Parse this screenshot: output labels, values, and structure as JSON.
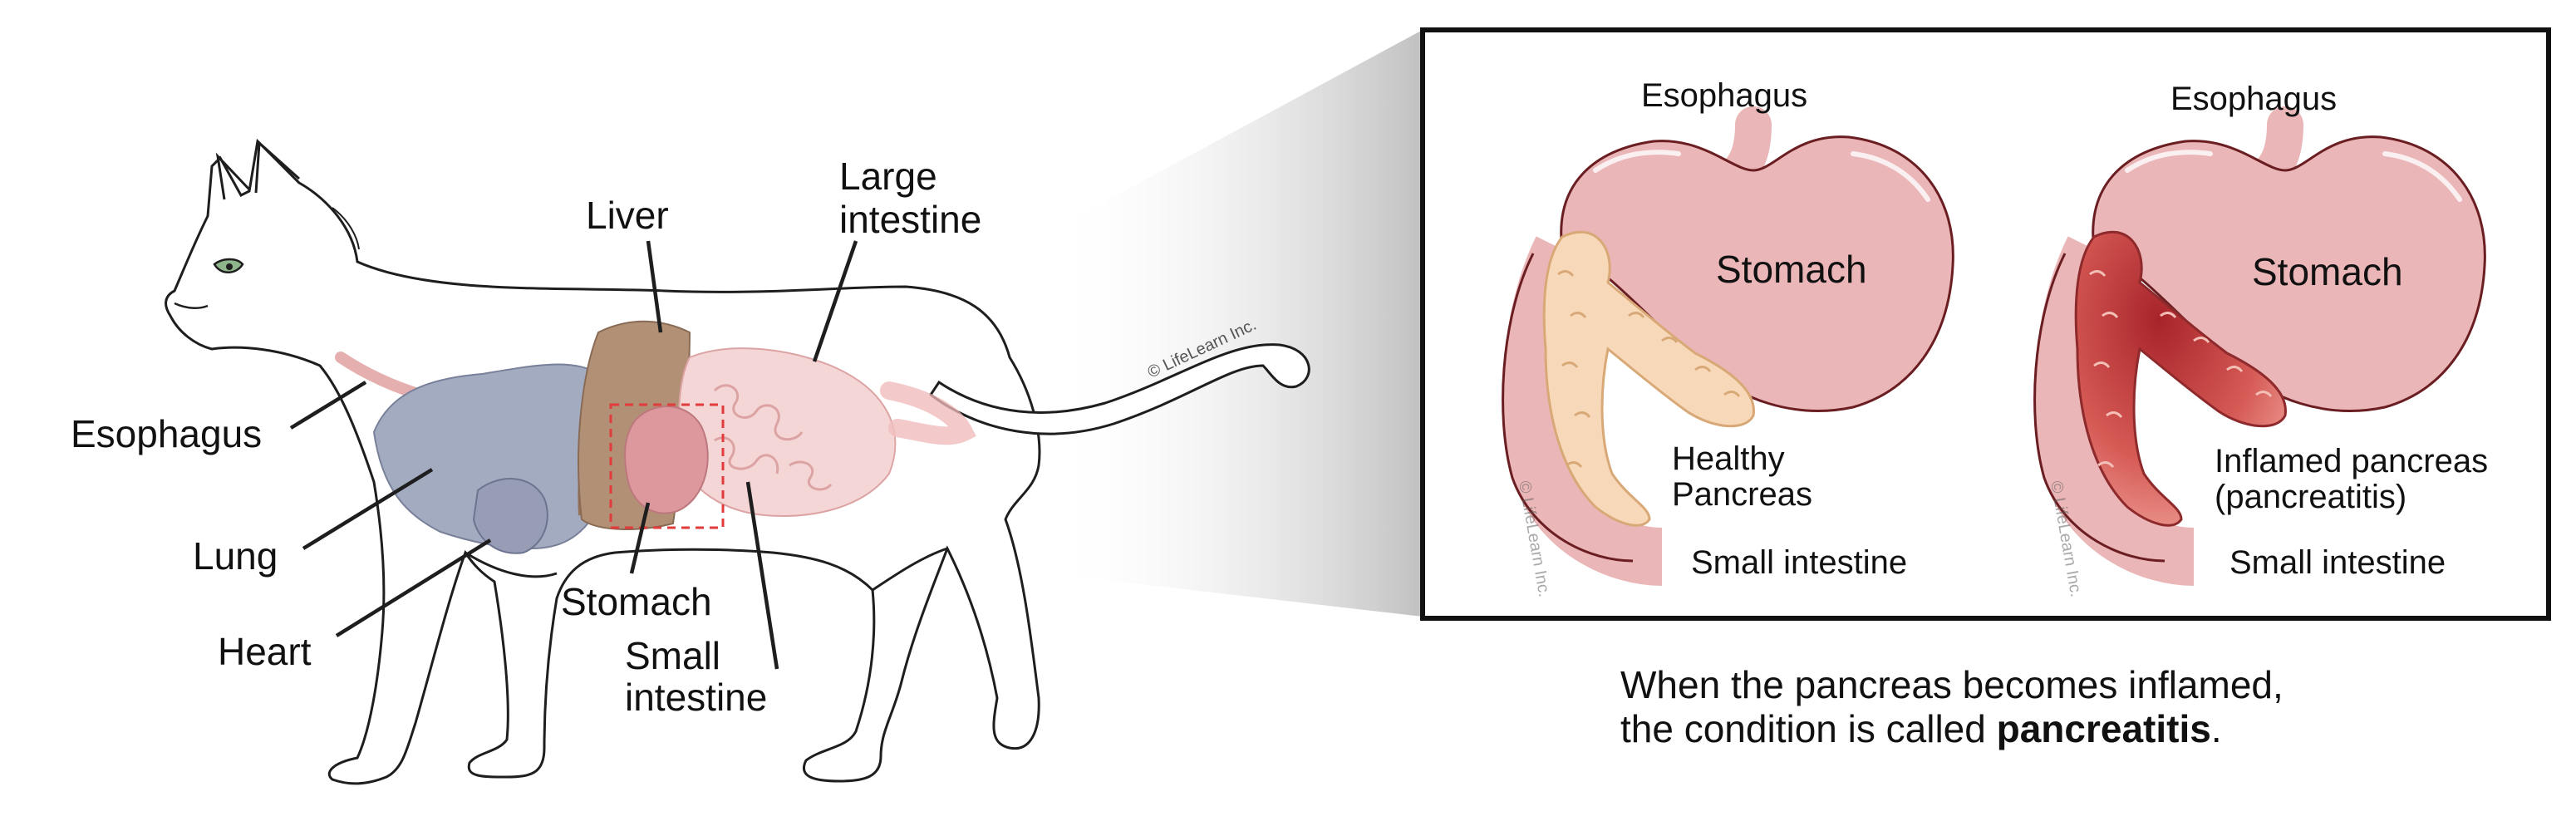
{
  "cat_labels": {
    "liver": "Liver",
    "large_intestine": [
      "Large",
      "intestine"
    ],
    "esophagus": "Esophagus",
    "lung": "Lung",
    "heart": "Heart",
    "stomach": "Stomach",
    "small_intestine": [
      "Small",
      "intestine"
    ]
  },
  "watermark": "© LifeLearn Inc.",
  "panel_left": {
    "esophagus": "Esophagus",
    "stomach": "Stomach",
    "pancreas": [
      "Healthy",
      "Pancreas"
    ],
    "small_intestine": "Small intestine"
  },
  "panel_right": {
    "esophagus": "Esophagus",
    "stomach": "Stomach",
    "pancreas": [
      "Inflamed pancreas",
      "(pancreatitis)"
    ],
    "small_intestine": "Small intestine"
  },
  "caption": {
    "line1": "When the pancreas becomes inflamed,",
    "line2_prefix": "the condition is called ",
    "line2_bold": "pancreatitis",
    "line2_suffix": "."
  },
  "colors": {
    "stomach": "#eab6b7",
    "healthy_pancreas": "#f7d9b9",
    "inflamed_pancreas": "#c8484a",
    "lung": "#9aa3bb",
    "liver": "#a17a5d",
    "outline": "#1e1e1e"
  }
}
